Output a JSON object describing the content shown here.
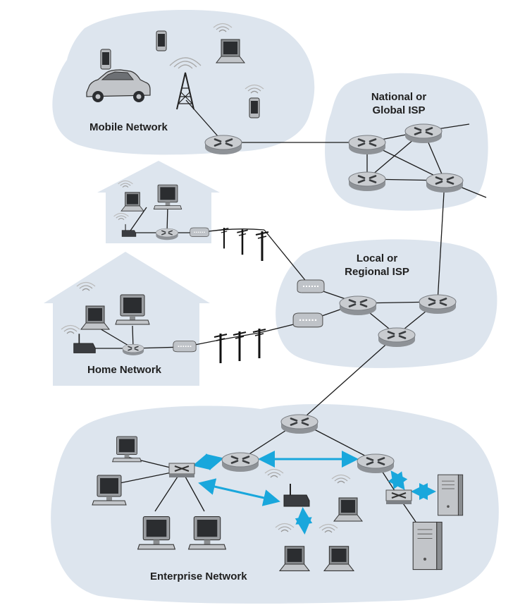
{
  "labels": {
    "mobile_network": "Mobile Network",
    "national_isp_line1": "National or",
    "national_isp_line2": "Global ISP",
    "local_isp_line1": "Local or",
    "local_isp_line2": "Regional ISP",
    "home_network": "Home Network",
    "enterprise_network": "Enterprise Network"
  },
  "colors": {
    "cloud": "#dde5ee",
    "house": "#dde5ee",
    "router_top": "#c9ccd0",
    "router_side": "#8e9297",
    "ethernet_link": "#19a7dc",
    "link": "#1a1a1a",
    "label": "#1f1f1f"
  },
  "icons": [
    "router-icon",
    "switch-icon",
    "modem-icon",
    "laptop-icon",
    "monitor-icon",
    "phone-icon",
    "car-icon",
    "cell-tower-icon",
    "server-icon",
    "utility-pole-icon",
    "wireless-access-point-icon",
    "wireless-signal-icon"
  ]
}
